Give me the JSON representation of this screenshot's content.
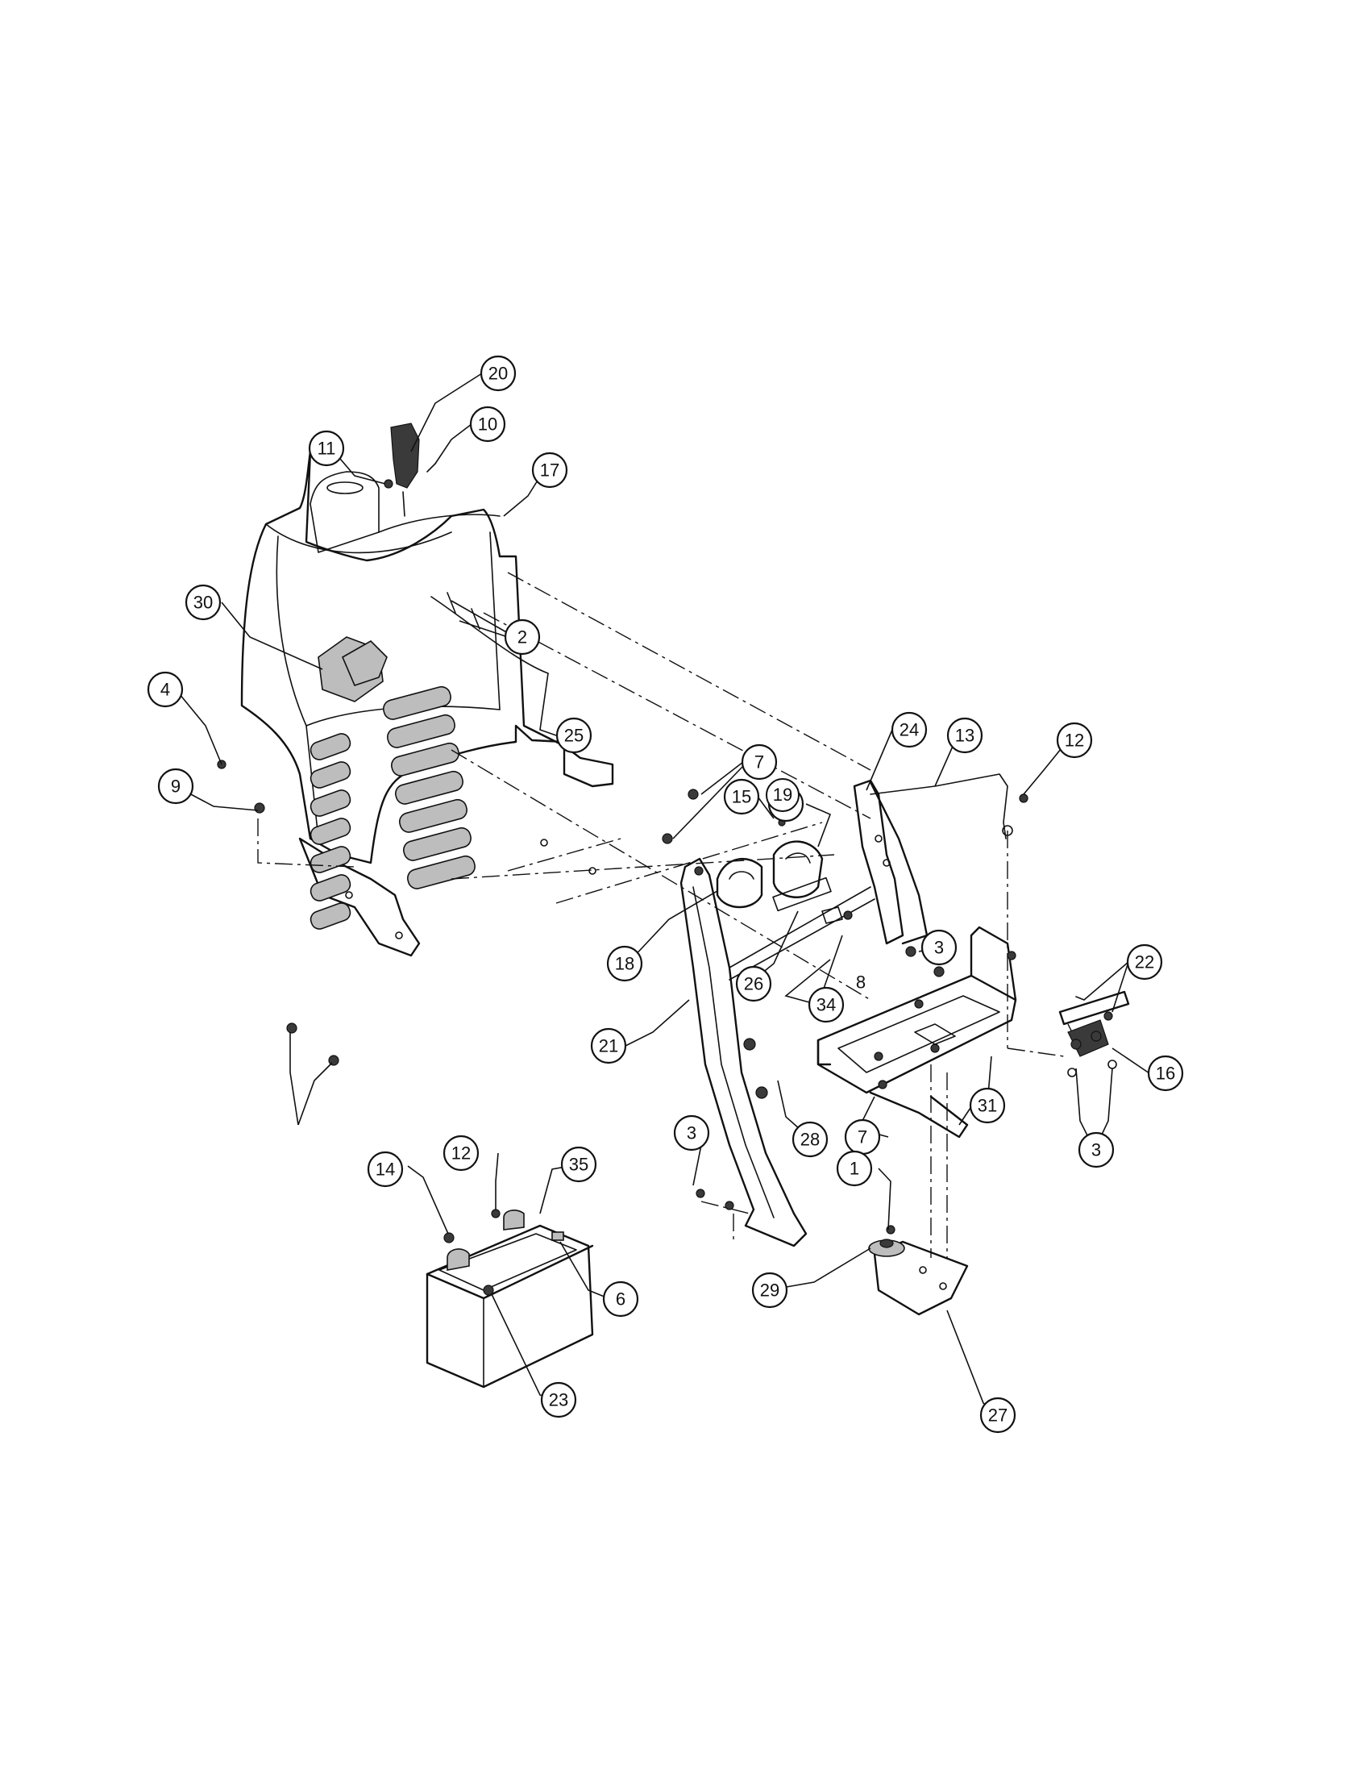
{
  "callouts": [
    {
      "id": "c20",
      "label": "20"
    },
    {
      "id": "c11",
      "label": "11"
    },
    {
      "id": "c10",
      "label": "10"
    },
    {
      "id": "c17",
      "label": "17"
    },
    {
      "id": "c30",
      "label": "30"
    },
    {
      "id": "c2",
      "label": "2"
    },
    {
      "id": "c4",
      "label": "4"
    },
    {
      "id": "c25",
      "label": "25"
    },
    {
      "id": "c9",
      "label": "9"
    },
    {
      "id": "c7a",
      "label": "7"
    },
    {
      "id": "c24",
      "label": "24"
    },
    {
      "id": "c13",
      "label": "13"
    },
    {
      "id": "c12a",
      "label": "12"
    },
    {
      "id": "c7b",
      "label": "7"
    },
    {
      "id": "c19",
      "label": "19"
    },
    {
      "id": "c15",
      "label": "15"
    },
    {
      "id": "c18",
      "label": "18"
    },
    {
      "id": "c3a",
      "label": "3"
    },
    {
      "id": "c22",
      "label": "22"
    },
    {
      "id": "c26",
      "label": "26"
    },
    {
      "id": "c8",
      "label": "8"
    },
    {
      "id": "c34",
      "label": "34"
    },
    {
      "id": "c21",
      "label": "21"
    },
    {
      "id": "c16",
      "label": "16"
    },
    {
      "id": "c31",
      "label": "31"
    },
    {
      "id": "c28",
      "label": "28"
    },
    {
      "id": "c7c",
      "label": "7"
    },
    {
      "id": "c3b",
      "label": "3"
    },
    {
      "id": "c3c",
      "label": "3"
    },
    {
      "id": "c1",
      "label": "1"
    },
    {
      "id": "c14",
      "label": "14"
    },
    {
      "id": "c12b",
      "label": "12"
    },
    {
      "id": "c35",
      "label": "35"
    },
    {
      "id": "c6",
      "label": "6"
    },
    {
      "id": "c29",
      "label": "29"
    },
    {
      "id": "c23",
      "label": "23"
    },
    {
      "id": "c27",
      "label": "27"
    }
  ]
}
